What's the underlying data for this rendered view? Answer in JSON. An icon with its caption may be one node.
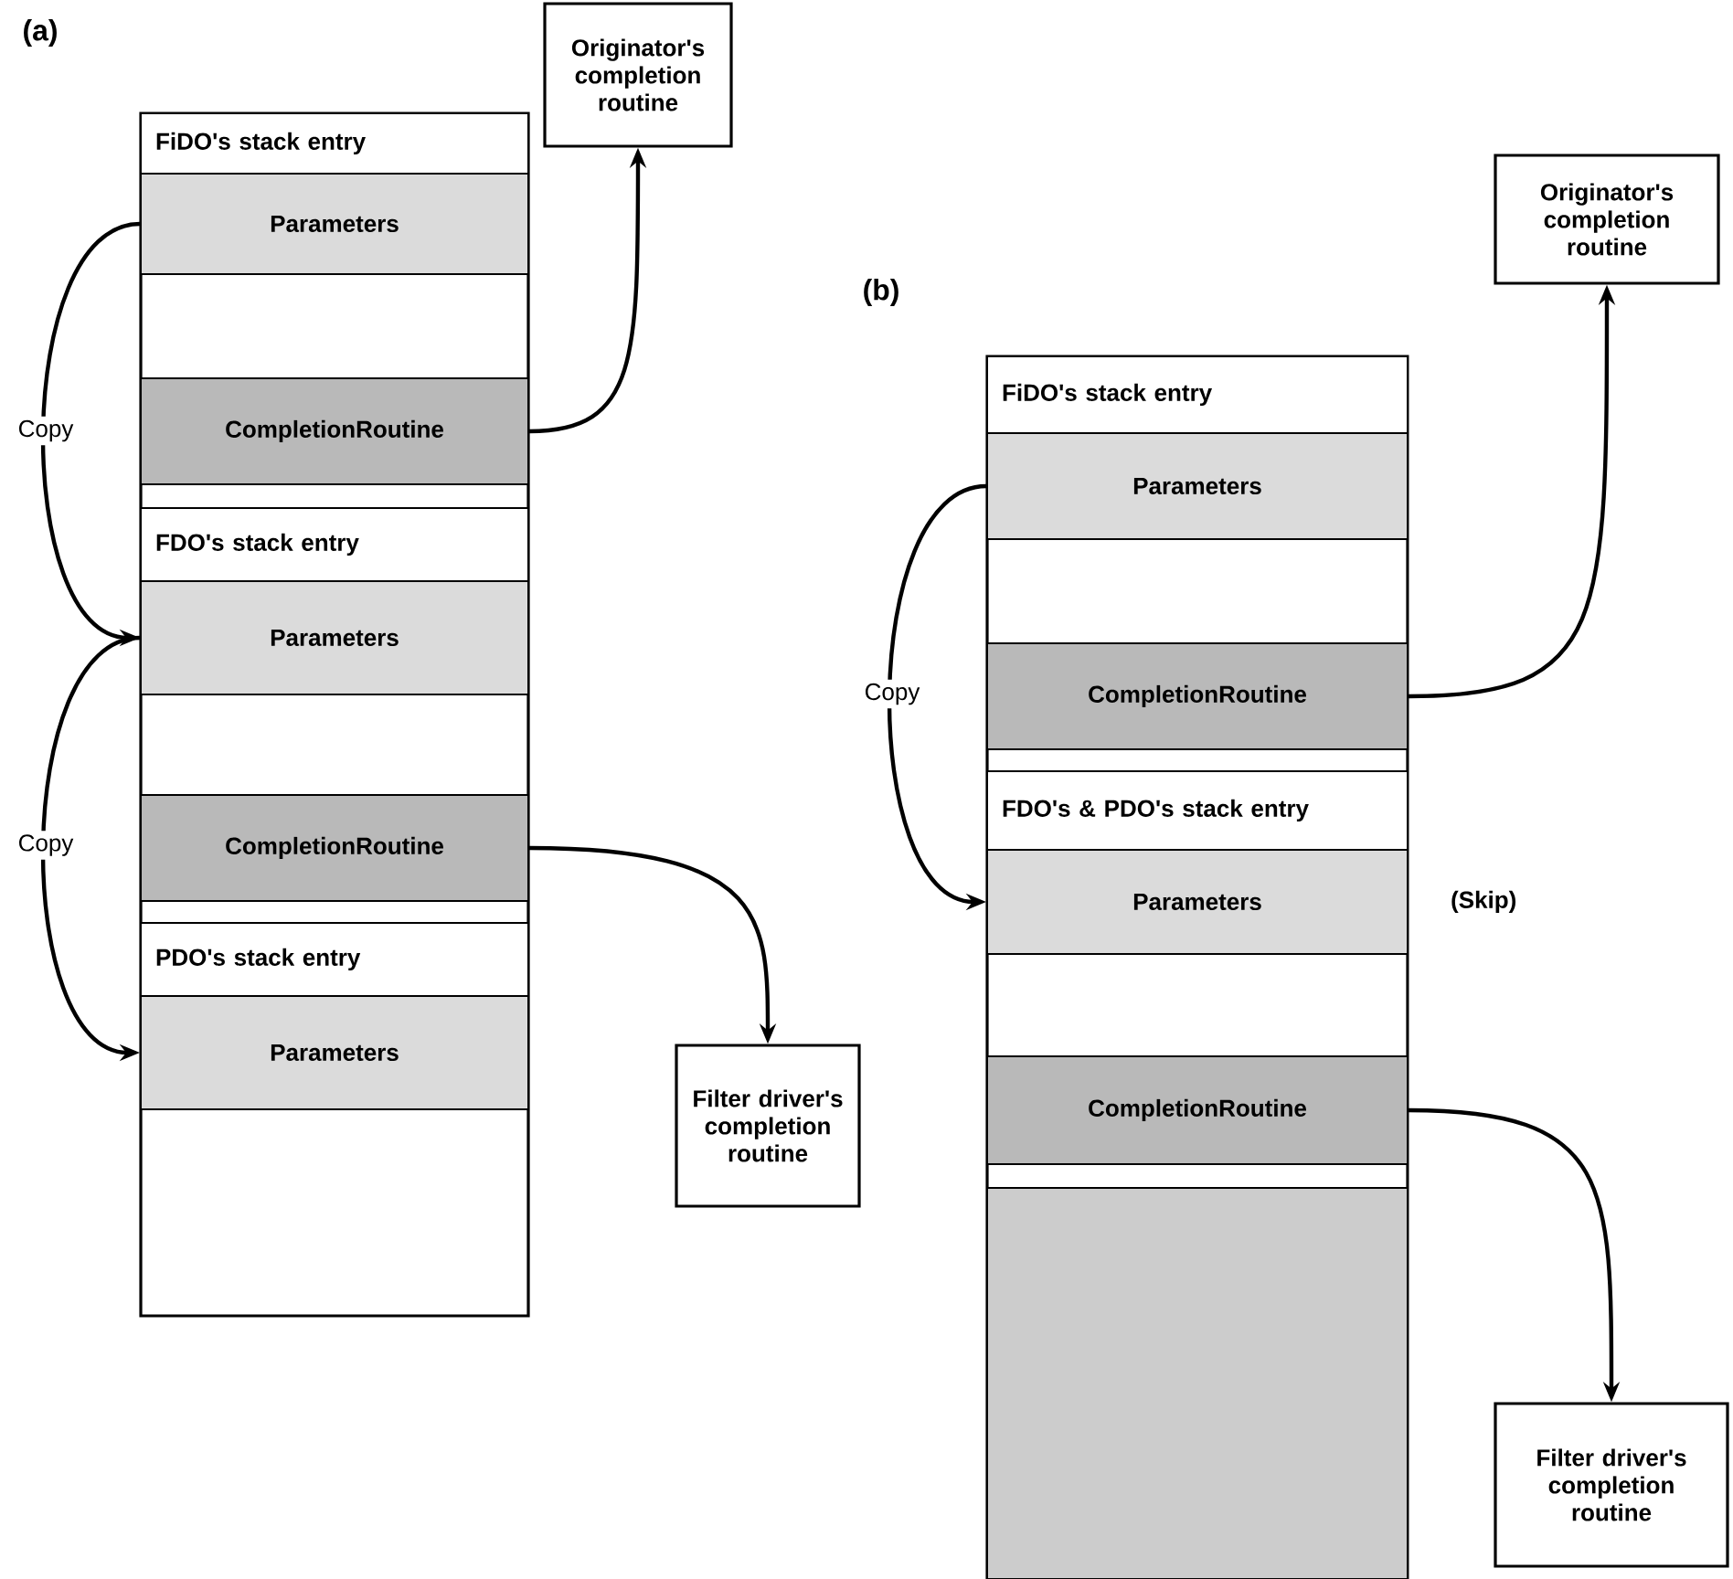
{
  "diagram": {
    "nodes": [
      {
        "text": [
          "FiDO's stack entry"
        ]
      },
      {
        "text": [
          "Parameters"
        ]
      },
      {
        "text": [
          "CompletionRoutine"
        ]
      },
      {
        "text": [
          "Originator's completion routine"
        ]
      },
      {
        "text": [
          "FDO's stack entry"
        ]
      },
      {
        "text": [
          "Parameters"
        ]
      },
      {
        "text": [
          "CompletionRoutine"
        ]
      },
      {
        "text": [
          "Filter driver's completion routine"
        ]
      },
      {
        "text": [
          "PDO's stack entry"
        ]
      },
      {
        "text": [
          "Parameters"
        ]
      },
      {
        "text": [
          "FiDO's stack entry"
        ]
      },
      {
        "text": [
          "Parameters"
        ]
      },
      {
        "text": [
          "CompletionRoutine"
        ]
      },
      {
        "text": [
          "Originator's completion routine"
        ]
      },
      {
        "text": [
          "FDO's & PDO's stack entry"
        ]
      },
      {
        "text": [
          "Parameters"
        ],
        "beside": [
          "(Skip)"
        ]
      },
      {
        "text": [
          "CompletionRoutine"
        ]
      },
      {
        "text": [],
        "shape": "box"
      },
      {
        "text": [
          "Filter driver's completion routine"
        ]
      }
    ],
    "edges": [
      {
        "from": 1,
        "to": 5,
        "arrow": "to",
        "label": "Copy"
      },
      {
        "from": 5,
        "to": 9,
        "arrow": "to",
        "label": "Copy"
      },
      {
        "from": 2,
        "to": 3,
        "arrow": "to"
      },
      {
        "from": 6,
        "to": 7,
        "arrow": "to"
      },
      {
        "from": 11,
        "to": 15,
        "arrow": "to",
        "label": "Copy"
      },
      {
        "from": 12,
        "to": 13,
        "arrow": "to"
      },
      {
        "from": 16,
        "to": 18,
        "arrow": "to"
      }
    ],
    "labels": [
      "(a)",
      "(b)"
    ]
  }
}
